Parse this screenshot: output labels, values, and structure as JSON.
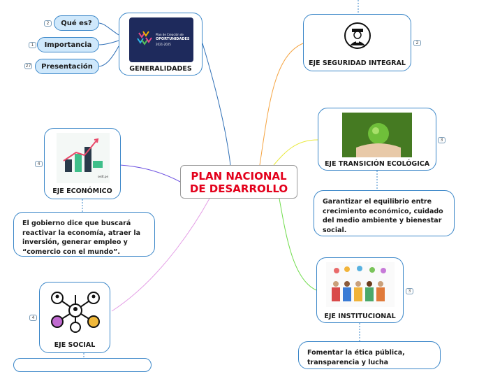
{
  "central": {
    "line1": "PLAN NACIONAL",
    "line2": "DE DESARROLLO"
  },
  "generalidades": {
    "label": "GENERALIDADES",
    "logo_text_1": "Plan de Creación de",
    "logo_text_2": "OPORTUNIDADES",
    "logo_text_3": "2021-2025",
    "children": [
      {
        "label": "Qué es?",
        "count": "2"
      },
      {
        "label": "Importancia",
        "count": "1"
      },
      {
        "label": "Presentación",
        "count": "27"
      }
    ]
  },
  "seguridad": {
    "label": "EJE SEGURIDAD INTEGRAL",
    "count": "2"
  },
  "transicion": {
    "label": "EJE TRANSICIÓN ECOLÓGICA",
    "count": "3",
    "note": "Garantizar el equilibrio entre crecimiento económico, cuidado del medio ambiente y bienestar social."
  },
  "institucional": {
    "label": "EJE INSTITUCIONAL",
    "count": "3",
    "note": "Fomentar la ética pública, transparencia y lucha"
  },
  "economico": {
    "label": "EJE ECONÓMICO",
    "count": "4",
    "image_tag": "sedt.pe",
    "note": "El gobierno dice que buscará reactivar la economía, atraer la inversión, generar empleo y “comercio con el mundo”."
  },
  "social": {
    "label": "EJE SOCIAL",
    "count": "4"
  },
  "colors": {
    "central_text": "#e3001b",
    "border": "#3a86c8",
    "pill_fill": "#cfe8fb",
    "line_generalidades": "#2f6fb6",
    "line_seguridad": "#f5a442",
    "line_transicion": "#e9e93a",
    "line_institucional": "#6fdc4b",
    "line_economico": "#6b4fe0",
    "line_social": "#e49ee6"
  }
}
